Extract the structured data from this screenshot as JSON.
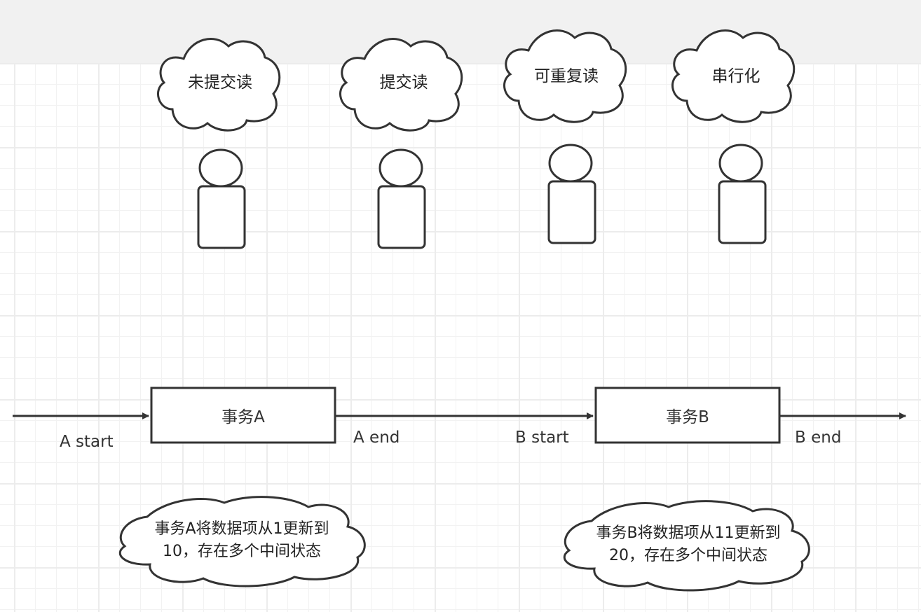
{
  "isolation_levels": [
    {
      "label": "未提交读"
    },
    {
      "label": "提交读"
    },
    {
      "label": "可重复读"
    },
    {
      "label": "串行化"
    }
  ],
  "timeline": {
    "transactions": [
      {
        "label": "事务A",
        "start_label": "A start",
        "end_label": "A end",
        "note_line1": "事务A将数据项从1更新到",
        "note_line2": "10，存在多个中间状态"
      },
      {
        "label": "事务B",
        "start_label": "B start",
        "end_label": "B end",
        "note_line1": "事务B将数据项从11更新到",
        "note_line2": "20，存在多个中间状态"
      }
    ]
  },
  "colors": {
    "stroke": "#333333",
    "background_band": "#f1f1f1",
    "grid": "#ececec"
  }
}
